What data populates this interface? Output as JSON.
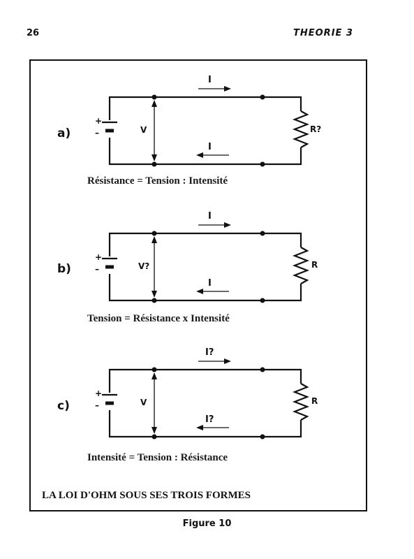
{
  "header": {
    "page_number": "26",
    "section": "THEORIE 3"
  },
  "circuits": [
    {
      "id": "a",
      "letter": "a)",
      "current_top": "I",
      "current_bottom": "I",
      "voltage": "V",
      "resistance": "R?",
      "plus": "+",
      "minus": "–",
      "formula": "Résistance = Tension : Intensité"
    },
    {
      "id": "b",
      "letter": "b)",
      "current_top": "I",
      "current_bottom": "I",
      "voltage": "V?",
      "resistance": "R",
      "plus": "+",
      "minus": "–",
      "formula": "Tension = Résistance x Intensité"
    },
    {
      "id": "c",
      "letter": "c)",
      "current_top": "I?",
      "current_bottom": "I?",
      "voltage": "V",
      "resistance": "R",
      "plus": "+",
      "minus": "–",
      "formula": "Intensité = Tension : Résistance"
    }
  ],
  "frame_title": "LA LOI D'OHM SOUS SES TROIS FORMES",
  "caption": "Figure 10"
}
